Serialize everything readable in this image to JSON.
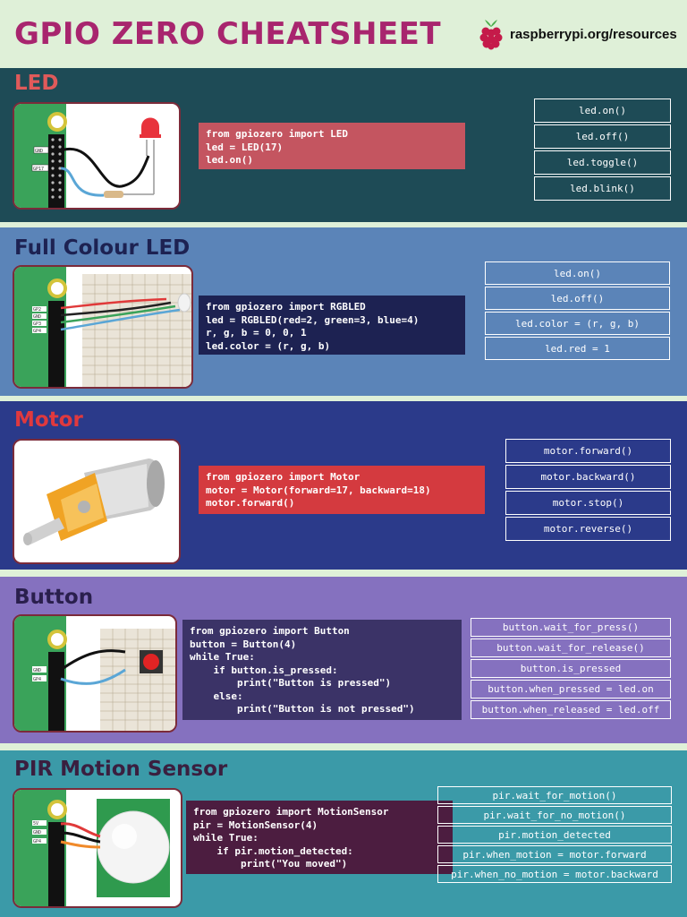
{
  "header": {
    "title": "GPIO ZERO CHEATSHEET",
    "site": "raspberrypi.org/resources"
  },
  "colors": {
    "title": "#a8256e",
    "led_bg": "#1e4b56",
    "rgb_bg": "#5b84b8",
    "motor_bg": "#2b3a8a",
    "button_bg": "#8571bf",
    "pir_bg": "#3b9aa8"
  },
  "sections": [
    {
      "title": "LED",
      "code": "from gpiozero import LED\nled = LED(17)\nled.on()",
      "methods": [
        "led.on()",
        "led.off()",
        "led.toggle()",
        "led.blink()"
      ],
      "pins": [
        "GND",
        "GP17"
      ]
    },
    {
      "title": "Full Colour LED",
      "code": "from gpiozero import RGBLED\nled = RGBLED(red=2, green=3, blue=4)\nr, g, b = 0, 0, 1\nled.color = (r, g, b)",
      "methods": [
        "led.on()",
        "led.off()",
        "led.color = (r, g, b)",
        "led.red = 1"
      ],
      "pins": [
        "GP2",
        "GND",
        "GP3",
        "GP4"
      ]
    },
    {
      "title": "Motor",
      "code": "from gpiozero import Motor\nmotor = Motor(forward=17, backward=18)\nmotor.forward()",
      "methods": [
        "motor.forward()",
        "motor.backward()",
        "motor.stop()",
        "motor.reverse()"
      ]
    },
    {
      "title": "Button",
      "code": "from gpiozero import Button\nbutton = Button(4)\nwhile True:\n    if button.is_pressed:\n        print(\"Button is pressed\")\n    else:\n        print(\"Button is not pressed\")",
      "methods": [
        "button.wait_for_press()",
        "button.wait_for_release()",
        "button.is_pressed",
        "button.when_pressed = led.on",
        "button.when_released = led.off"
      ],
      "pins": [
        "GND",
        "GP4"
      ]
    },
    {
      "title": "PIR Motion Sensor",
      "code": "from gpiozero import MotionSensor\npir = MotionSensor(4)\nwhile True:\n    if pir.motion_detected:\n        print(\"You moved\")",
      "methods": [
        "pir.wait_for_motion()",
        "pir.wait_for_no_motion()",
        "pir.motion_detected",
        "pir.when_motion = motor.forward",
        "pir.when_no_motion = motor.backward"
      ],
      "pins": [
        "5V",
        "GND",
        "GP4"
      ]
    }
  ]
}
